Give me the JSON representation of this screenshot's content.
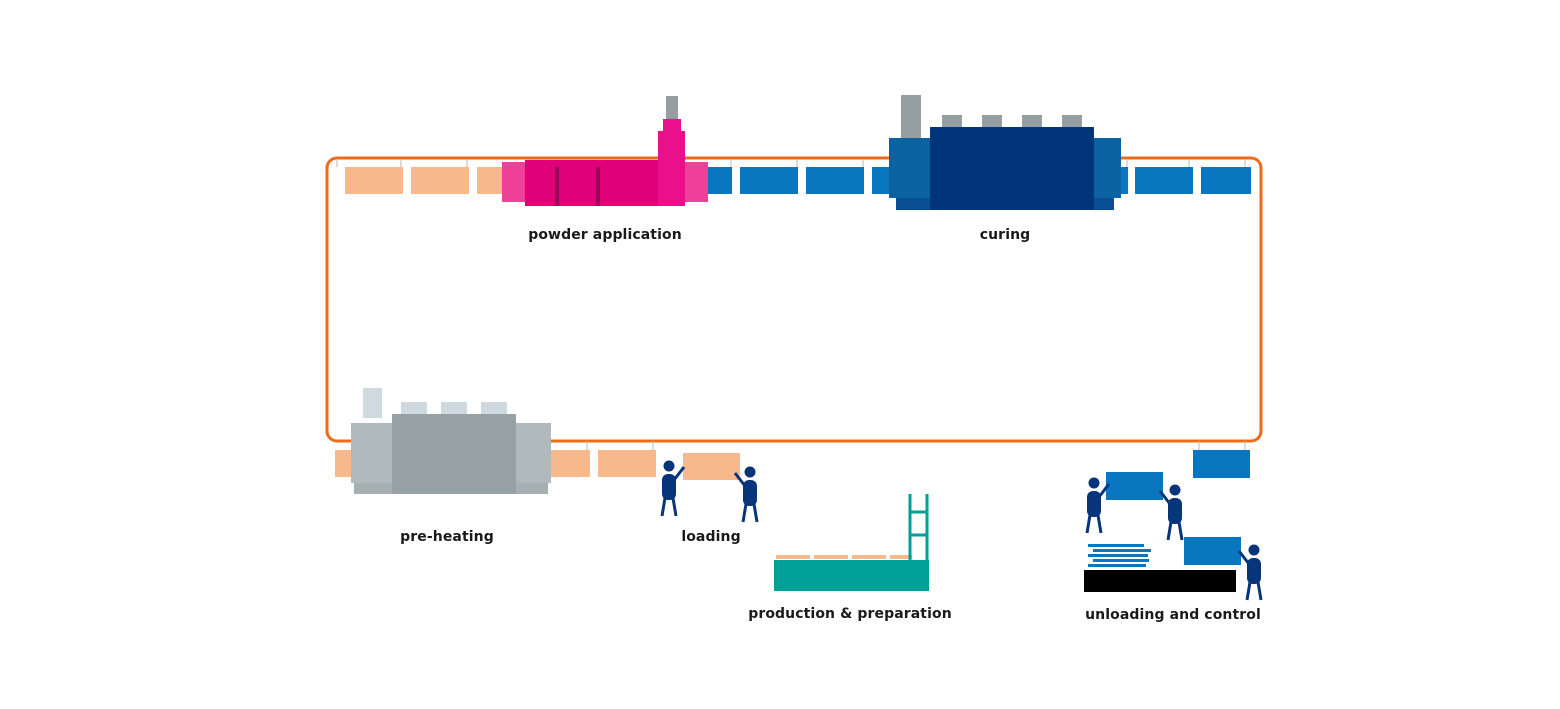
{
  "stations": {
    "powder_application": "powder application",
    "curing": "curing",
    "pre_heating": "pre-heating",
    "loading": "loading",
    "production_preparation": "production & preparation",
    "unloading_control": "unloading and control"
  },
  "colors": {
    "conveyor_loop": "#ee6b1a",
    "uncoated_part": "#f7b98c",
    "coated_part": "#0877c0",
    "powder_booth": "#e0007a",
    "powder_booth_light": "#f0419a",
    "curing_oven": "#00357a",
    "curing_oven_side": "#0a62a0",
    "preheat_oven": "#96a2a6",
    "preheat_oven_side": "#b0b9bb",
    "preheat_chimney": "#cfd9e0",
    "chimney": "#949ea3",
    "production_table": "#00a096",
    "worker": "#08357a",
    "unload_table": "#000000"
  }
}
